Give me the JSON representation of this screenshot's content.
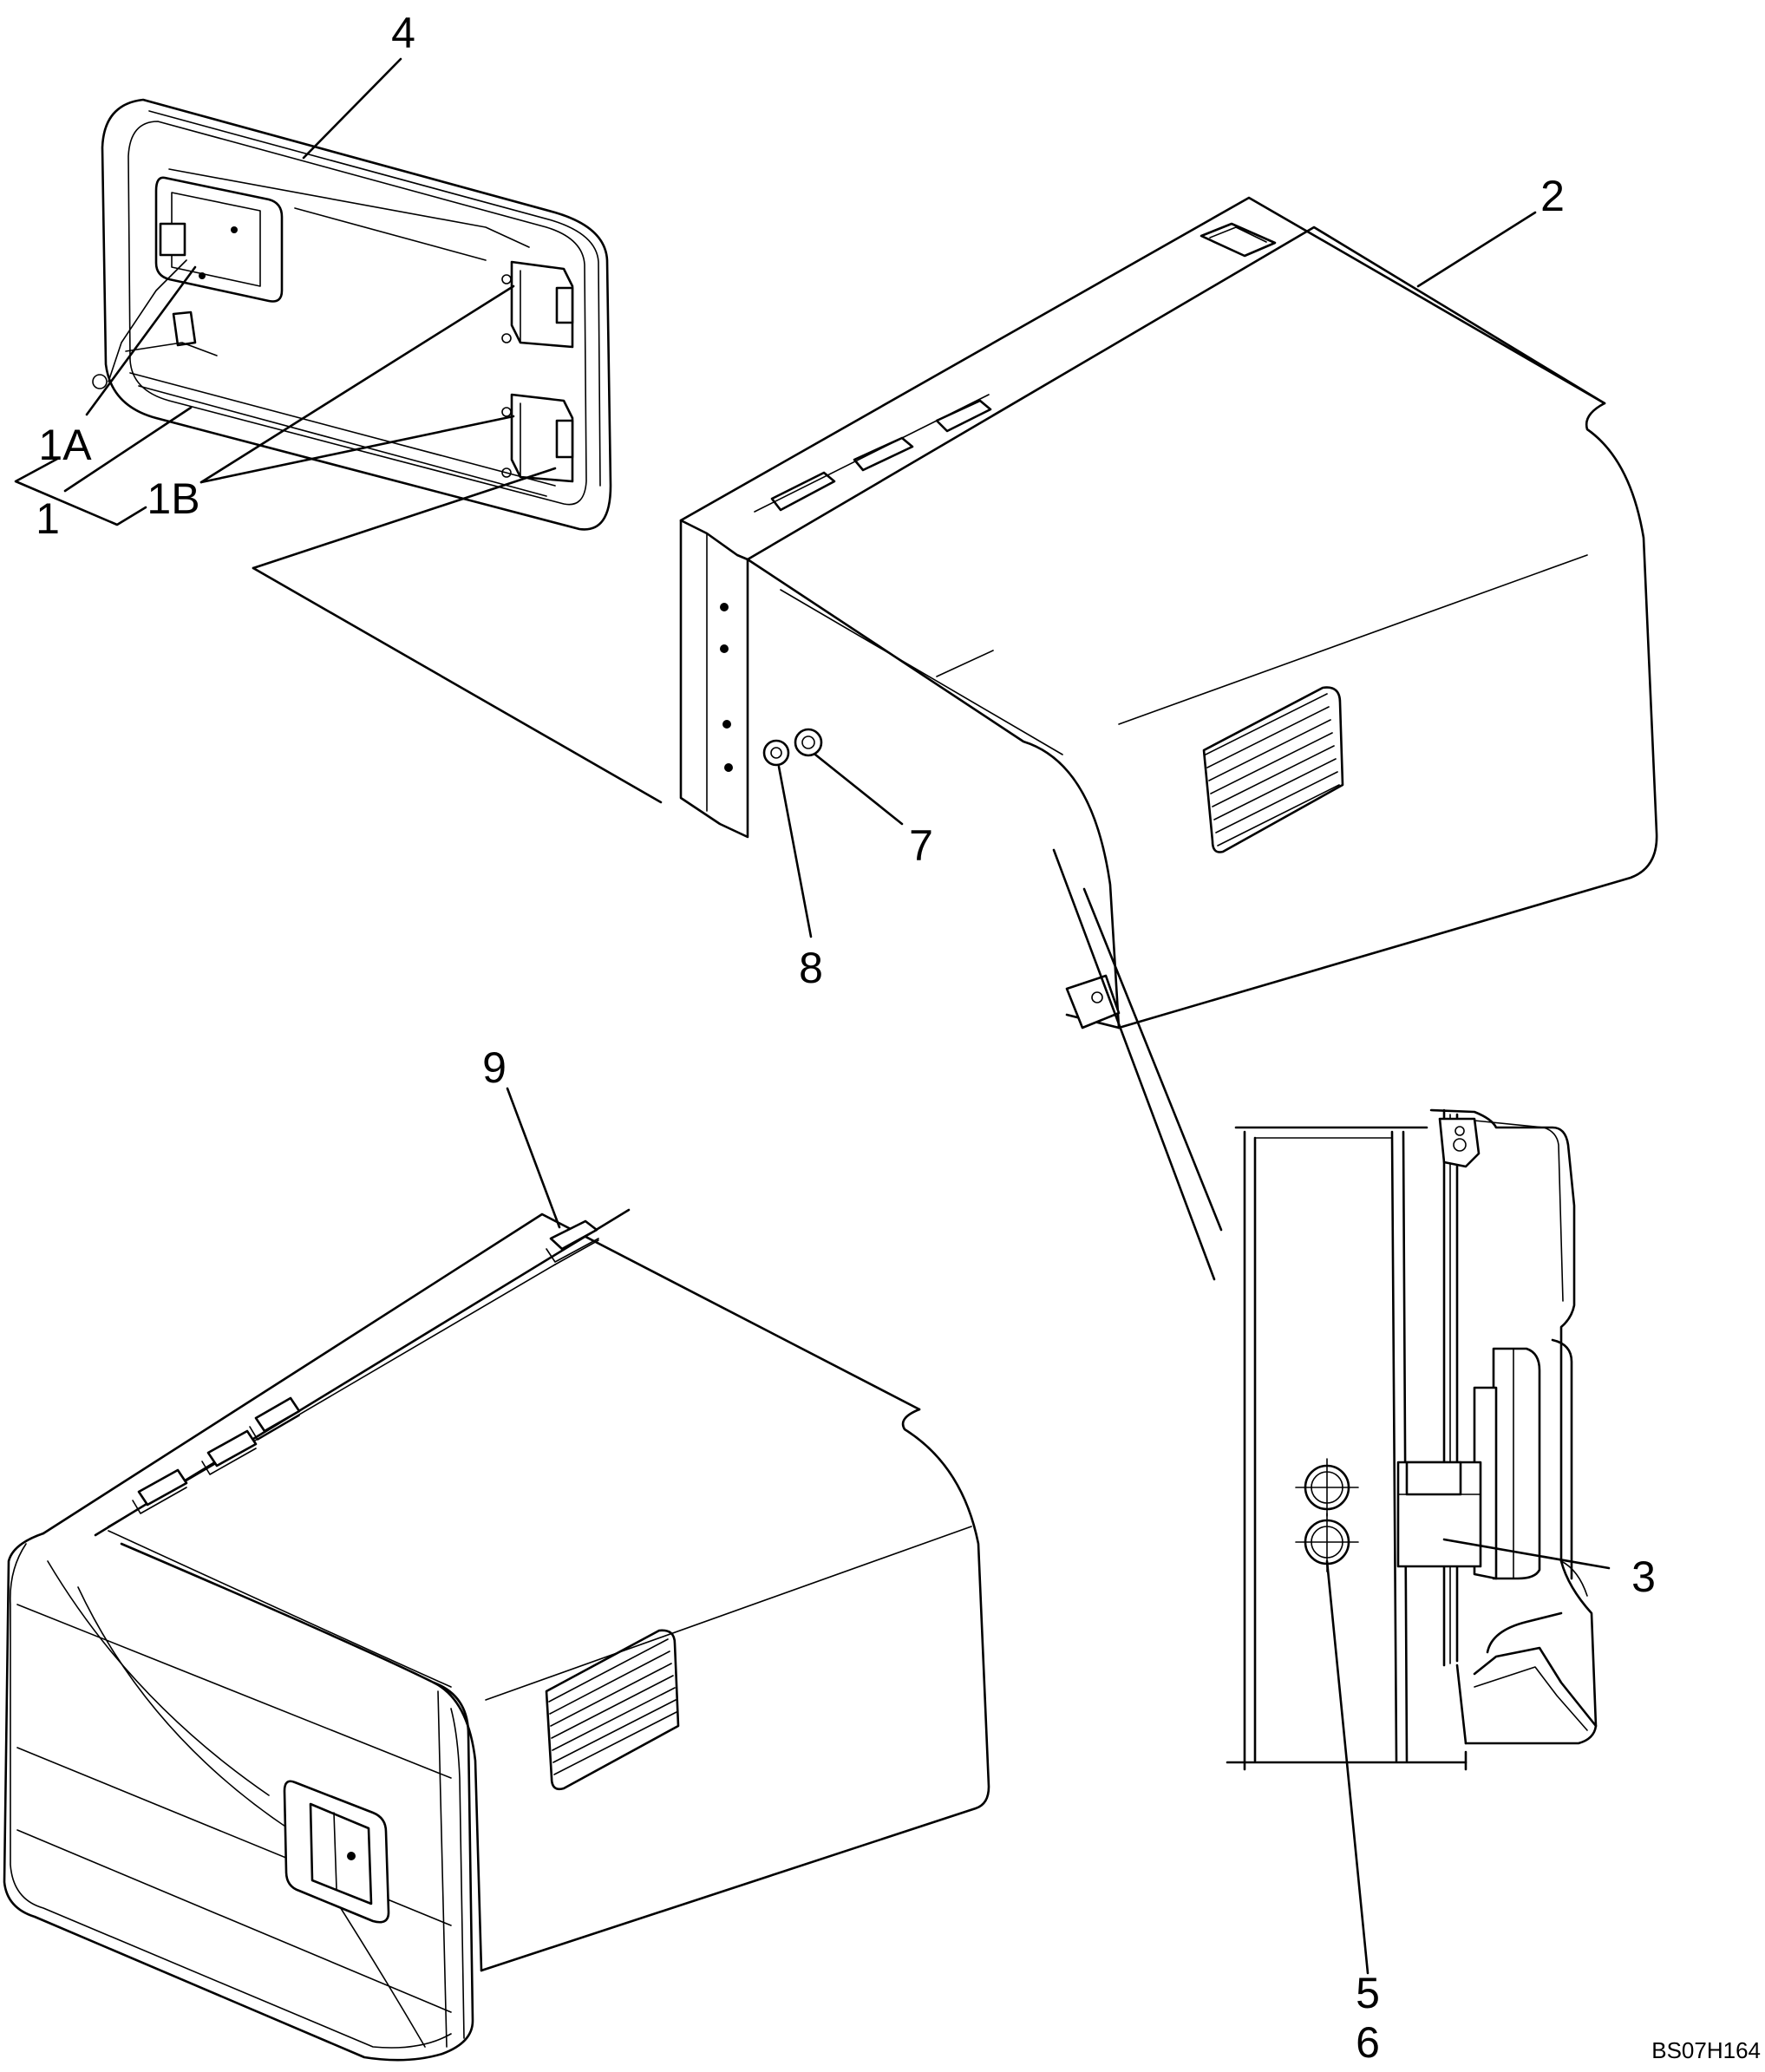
{
  "figure": {
    "code": "BS07H164",
    "callouts": {
      "c1": "1",
      "c1A": "1A",
      "c1B": "1B",
      "c2": "2",
      "c3": "3",
      "c4": "4",
      "c5": "5",
      "c6": "6",
      "c7": "7",
      "c8": "8",
      "c9": "9"
    }
  }
}
